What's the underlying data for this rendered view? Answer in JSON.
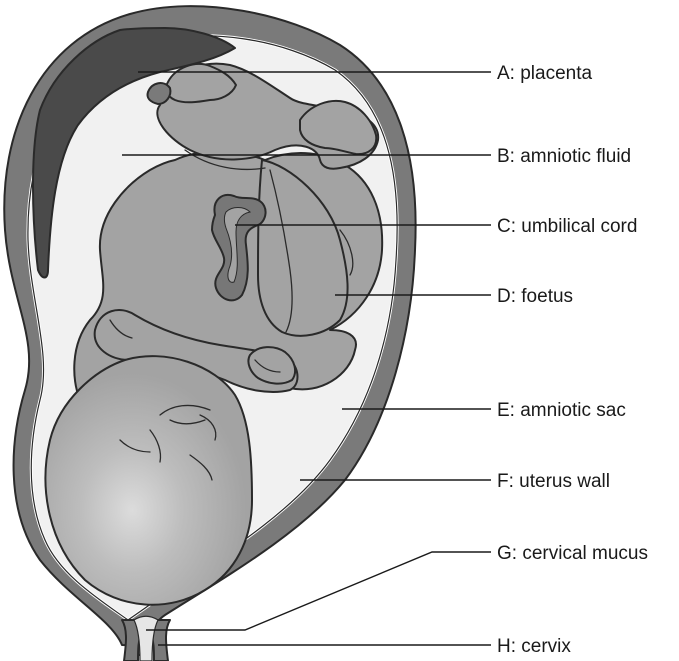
{
  "labels": [
    {
      "id": "A",
      "text": "A: placenta"
    },
    {
      "id": "B",
      "text": "B: amniotic fluid"
    },
    {
      "id": "C",
      "text": "C: umbilical cord"
    },
    {
      "id": "D",
      "text": "D: foetus"
    },
    {
      "id": "E",
      "text": "E: amniotic sac"
    },
    {
      "id": "F",
      "text": "F: uterus wall"
    },
    {
      "id": "G",
      "text": "G: cervical mucus"
    },
    {
      "id": "H",
      "text": "H: cervix"
    }
  ],
  "colors": {
    "uterus_wall": "#7a7a7a",
    "placenta": "#4a4a4a",
    "amniotic_fluid": "#f1f1f1",
    "foetus": "#a3a3a3",
    "umbilical_cord": "#777777",
    "outline": "#2a2a2a"
  }
}
